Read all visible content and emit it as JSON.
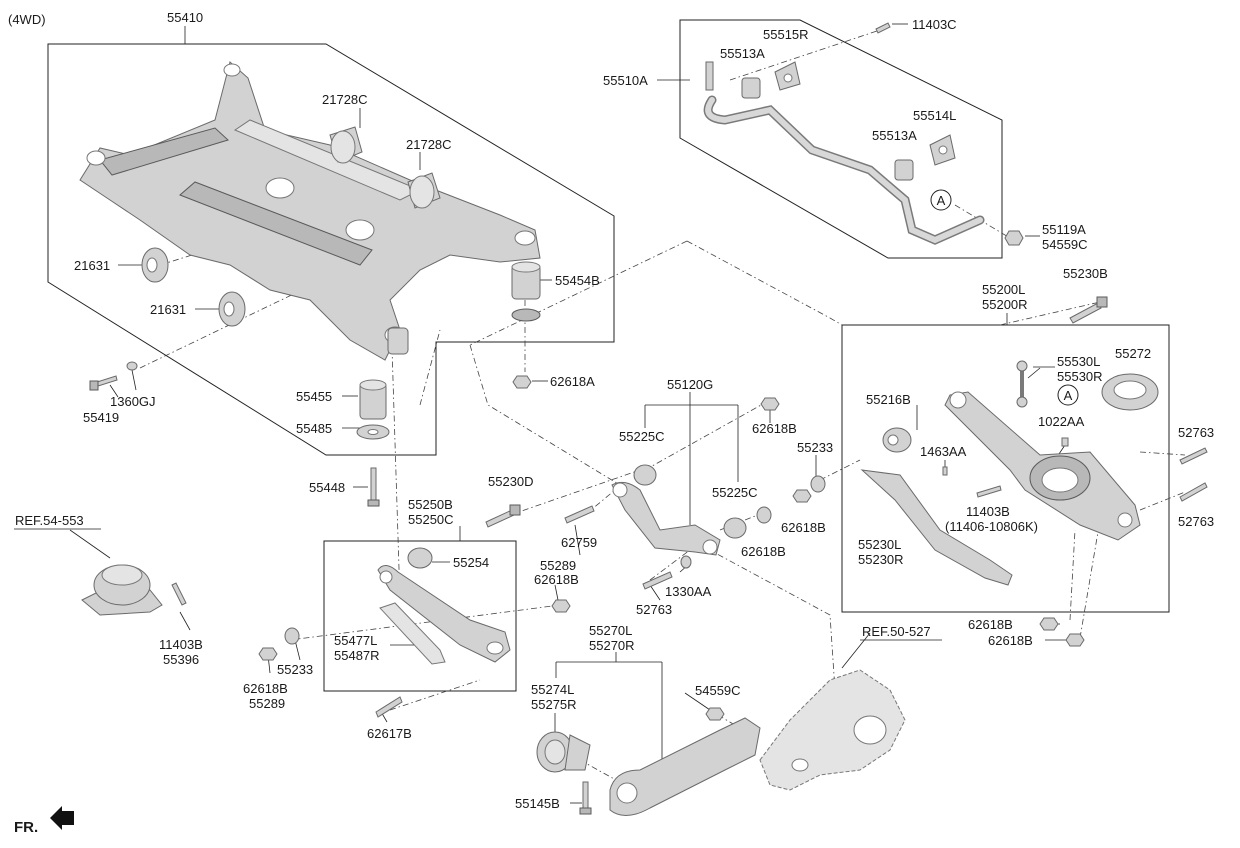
{
  "diagram": {
    "variant_label": "(4WD)",
    "front_label": "FR.",
    "callouts": {
      "c55410": "55410",
      "c21728c_a": "21728C",
      "c21728c_b": "21728C",
      "c21631_a": "21631",
      "c21631_b": "21631",
      "c55454b": "55454B",
      "c62618a": "62618A",
      "c1360gj": "1360GJ",
      "c55419": "55419",
      "c55455": "55455",
      "c55485": "55485",
      "c55448": "55448",
      "c11403c": "11403C",
      "c55515r": "55515R",
      "c55513a_a": "55513A",
      "c55510a": "55510A",
      "c55514l": "55514L",
      "c55513a_b": "55513A",
      "c55119a": "55119A",
      "c54559c_a": "54559C",
      "circle_a_1": "A",
      "circle_a_2": "A",
      "c55230b": "55230B",
      "c55200l": "55200L",
      "c55200r": "55200R",
      "c55530l": "55530L",
      "c55530r": "55530R",
      "c55272": "55272",
      "c55216b": "55216B",
      "c1022aa": "1022AA",
      "c1463aa": "1463AA",
      "c52763_a": "52763",
      "c52763_b": "52763",
      "c11403b_a": "11403B",
      "c11406": "(11406-10806K)",
      "c55230l": "55230L",
      "c55230r": "55230R",
      "c62618b_a": "62618B",
      "c62618b_b": "62618B",
      "c55120g": "55120G",
      "c62618b_c": "62618B",
      "c55225c_a": "55225C",
      "c55233_a": "55233",
      "c62618b_d": "62618B",
      "c55225c_b": "55225C",
      "c62618b_e": "62618B",
      "c62759": "62759",
      "c1330aa": "1330AA",
      "c52763_c": "52763",
      "c55230d": "55230D",
      "c55250b": "55250B",
      "c55250c": "55250C",
      "c55254": "55254",
      "c55289_a": "55289",
      "c62618b_f": "62618B",
      "c55477l": "55477L",
      "c55487r": "55487R",
      "c55233_b": "55233",
      "c62618b_g": "62618B",
      "c55289_b": "55289",
      "c62617b": "62617B",
      "c11403b_b": "11403B",
      "c55396": "55396",
      "c55270l": "55270L",
      "c55270r": "55270R",
      "c55274l": "55274L",
      "c55275r": "55275R",
      "c54559c_b": "54559C",
      "c55145b": "55145B"
    },
    "references": {
      "ref_54_553": "REF.54-553",
      "ref_50_527": "REF.50-527"
    }
  }
}
